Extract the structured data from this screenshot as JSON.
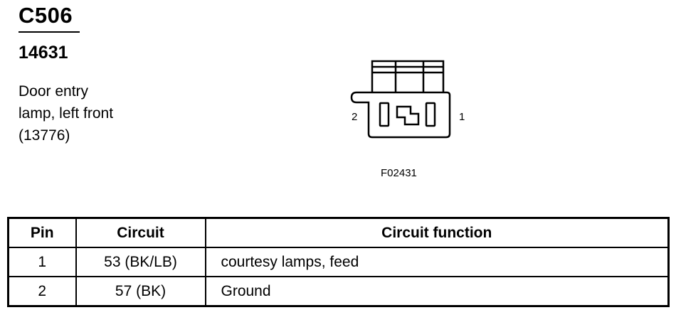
{
  "connector": {
    "id": "C506",
    "part_number": "14631",
    "description_lines": [
      "Door entry",
      "lamp, left front",
      "(13776)"
    ]
  },
  "diagram": {
    "pin_left_label": "2",
    "pin_right_label": "1",
    "figure_code": "F02431"
  },
  "table": {
    "headers": [
      "Pin",
      "Circuit",
      "Circuit function"
    ],
    "rows": [
      [
        "1",
        "53 (BK/LB)",
        "courtesy lamps, feed"
      ],
      [
        "2",
        "57 (BK)",
        "Ground"
      ]
    ]
  }
}
